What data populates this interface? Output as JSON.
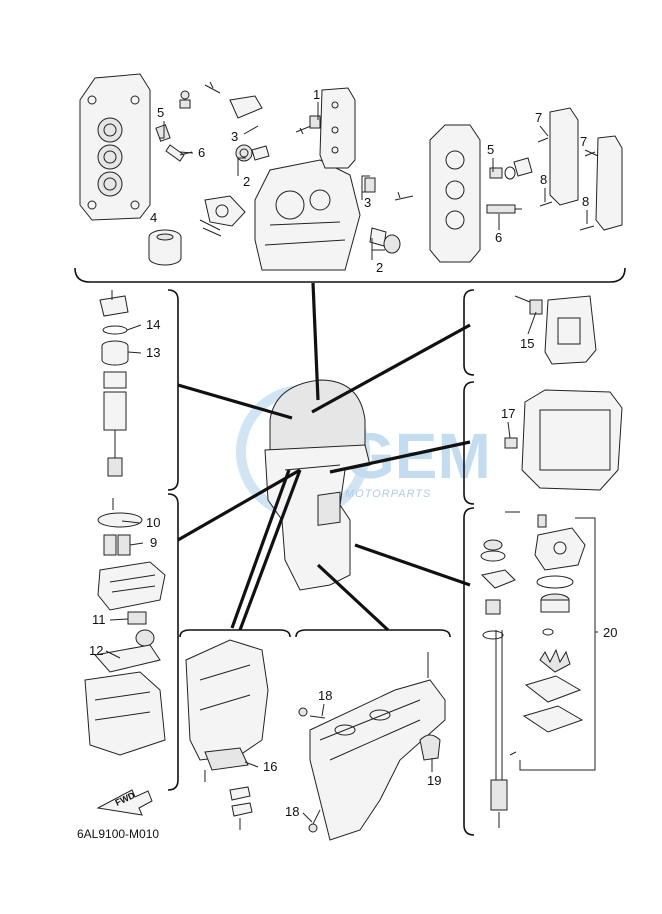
{
  "diagram": {
    "code": "6AL9100-M010",
    "fwd_label": "FWD",
    "watermark": {
      "brand": "GEM",
      "sub": "MOTORPARTS"
    },
    "callouts": [
      "1",
      "2",
      "2",
      "3",
      "3",
      "4",
      "5",
      "5",
      "6",
      "6",
      "7",
      "7",
      "8",
      "8",
      "9",
      "10",
      "11",
      "12",
      "13",
      "14",
      "15",
      "16",
      "17",
      "18",
      "18",
      "19",
      "20"
    ]
  }
}
